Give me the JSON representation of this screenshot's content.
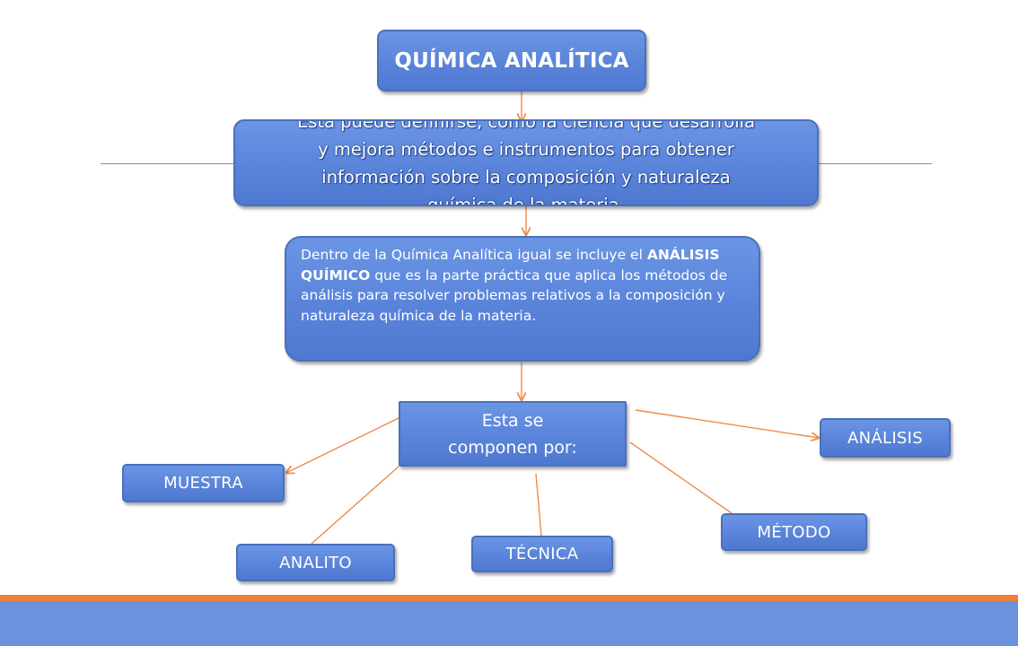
{
  "title": "QUÍMICA ANALÍTICA",
  "definition": {
    "lines": [
      "Esta puede definirse, como la ciencia que desarrolla",
      "y mejora métodos e instrumentos para obtener",
      "información sobre la composición y naturaleza",
      "química de la materia."
    ]
  },
  "analysis": {
    "prefix": "Dentro de la Química Analítica igual se incluye el ",
    "bold": "ANÁLISIS QUÍMICO",
    "suffix": " que es la parte práctica que aplica los métodos de análisis para resolver problemas relativos a la composición y naturaleza química de la materia."
  },
  "components_hub": {
    "line1": "Esta se",
    "line2": "componen por:"
  },
  "components": {
    "muestra": "MUESTRA",
    "analito": "ANALITO",
    "tecnica": "TÉCNICA",
    "metodo": "MÉTODO",
    "analisis": "ANÁLISIS"
  },
  "colors": {
    "box_fill": "#5b85da",
    "box_border": "#4a6fbd",
    "connector": "#ef8a4a",
    "footer_orange": "#ef7f3a",
    "footer_blue": "#6b93dd"
  }
}
